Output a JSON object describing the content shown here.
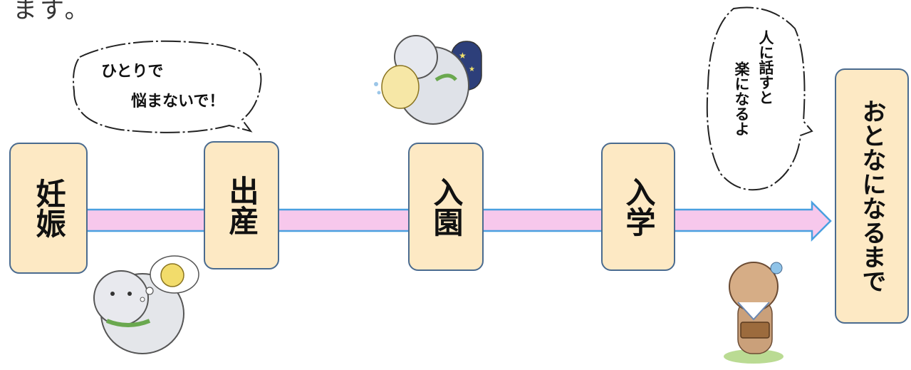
{
  "header": {
    "text": "ます。"
  },
  "stages": [
    {
      "label": "妊娠"
    },
    {
      "label": "出産"
    },
    {
      "label": "入園"
    },
    {
      "label": "入学"
    }
  ],
  "destination": {
    "label": "おとなになるまで"
  },
  "bubble_left": {
    "line1": "ひとりで",
    "line2": "悩まないで！"
  },
  "bubble_right": {
    "line1": "人に話すと",
    "line2": "楽になるよ"
  },
  "colors": {
    "arrow_fill": "#f7c8ec",
    "arrow_stroke": "#4aa0e0",
    "stage_fill": "#fde9c4",
    "stage_border": "#4a6b8f"
  },
  "illustrations": [
    {
      "name": "otter-worried-illustration"
    },
    {
      "name": "otter-crying-baby-illustration"
    },
    {
      "name": "otter-schoolgirl-illustration"
    }
  ]
}
